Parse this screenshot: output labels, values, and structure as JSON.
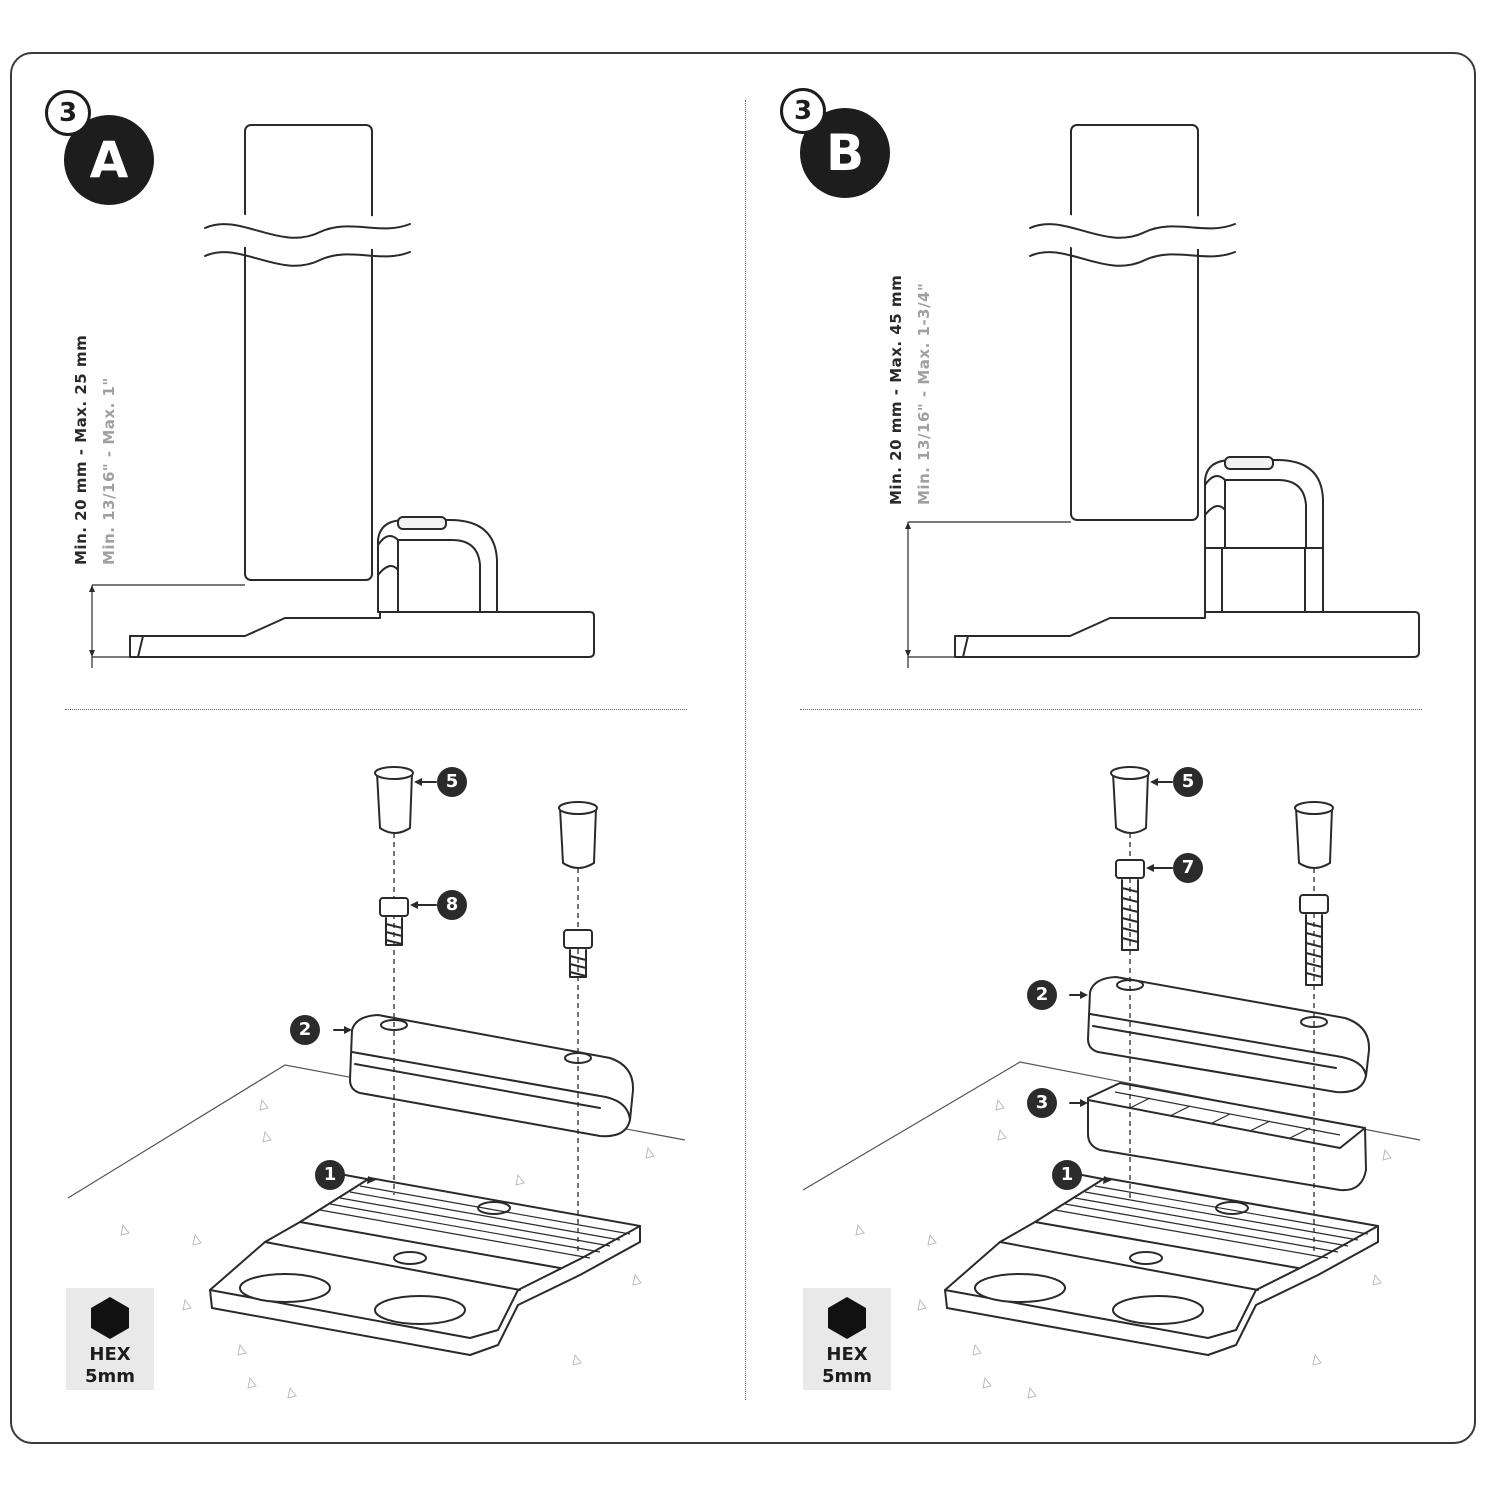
{
  "panels": [
    {
      "step_number": "3",
      "variant": "A",
      "dimension_metric": "Min. 20 mm - Max. 25 mm",
      "dimension_imperial": "Min. 13/16\" - Max. 1\"",
      "callouts": [
        "5",
        "8",
        "2",
        "1"
      ],
      "tool": {
        "line1": "HEX",
        "line2": "5mm",
        "icon": "hexagon-icon"
      }
    },
    {
      "step_number": "3",
      "variant": "B",
      "dimension_metric": "Min. 20 mm - Max. 45 mm",
      "dimension_imperial": "Min. 13/16\" - Max. 1-3/4\"",
      "callouts": [
        "5",
        "7",
        "2",
        "3",
        "1"
      ],
      "tool": {
        "line1": "HEX",
        "line2": "5mm",
        "icon": "hexagon-icon"
      }
    }
  ],
  "colors": {
    "ink": "#2a2a2a",
    "secondary_text": "#a0a0a0",
    "tool_bg": "#e9e9e9"
  }
}
